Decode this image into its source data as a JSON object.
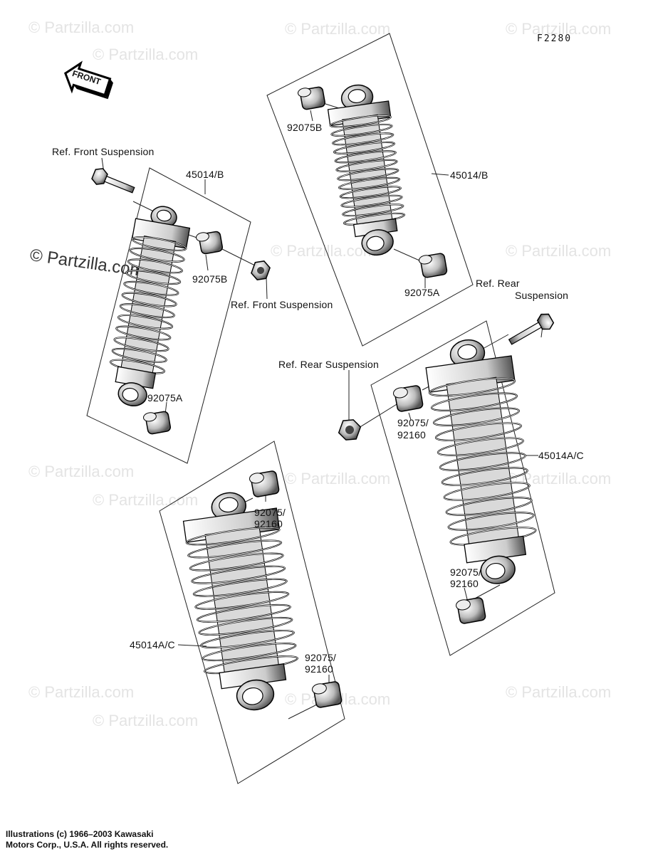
{
  "diagram_code": "F2280",
  "front_label": "FRONT",
  "watermarks": [
    "© Partzilla.com"
  ],
  "watermark_prominent": "© Partzilla.com",
  "labels": {
    "ref_front_suspension_top": "Ref. Front Suspension",
    "shock_top_left": "45014/B",
    "bush_92075b_left": "92075B",
    "ref_front_suspension_mid": "Ref. Front Suspension",
    "bush_92075a_left": "92075A",
    "bush_92075b_top": "92075B",
    "shock_top_right": "45014/B",
    "bush_92075a_right": "92075A",
    "ref_rear_suspension_right_1": "Ref. Rear",
    "ref_rear_suspension_right_2": "Suspension",
    "ref_rear_suspension_mid": "Ref. Rear Suspension",
    "bush_92075_92160_mid_1": "92075/",
    "bush_92075_92160_mid_2": "92160",
    "shock_bottom_right": "45014A/C",
    "bush_92075_92160_right_1": "92075/",
    "bush_92075_92160_right_2": "92160",
    "bush_92075_92160_top_1": "92075/",
    "bush_92075_92160_top_2": "92160",
    "shock_bottom_left": "45014A/C",
    "bush_92075_92160_bottom_1": "92075/",
    "bush_92075_92160_bottom_2": "92160"
  },
  "copyright": {
    "line1": "Illustrations (c) 1966–2003 Kawasaki",
    "line2": "Motors Corp., U.S.A.  All rights reserved."
  }
}
